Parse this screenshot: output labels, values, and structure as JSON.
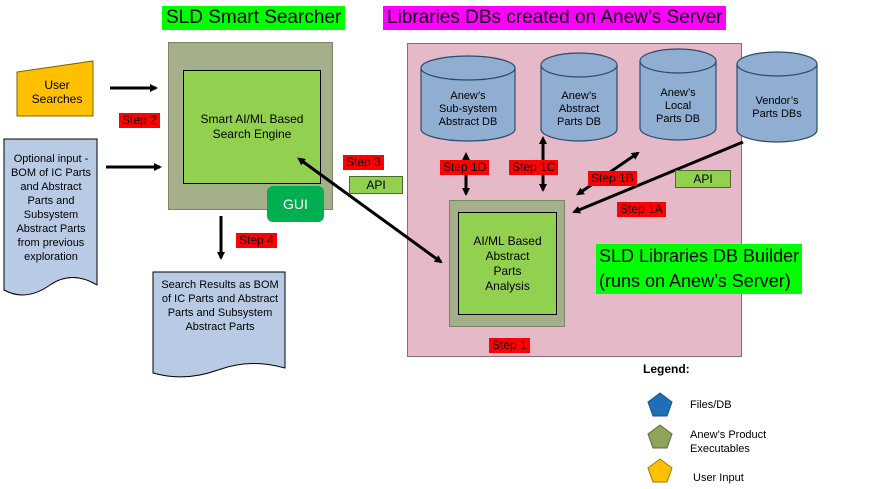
{
  "titles": {
    "searcher": "SLD Smart Searcher",
    "libraries": "Libraries DBs created on Anew’s Server"
  },
  "user_searches": "User\nSearches",
  "optional_input": "Optional input - BOM of IC Parts and Abstract Parts and Subsystem Abstract Parts from previous exploration",
  "search_engine": "Smart AI/ML Based\nSearch Engine",
  "gui": "GUI",
  "search_results": "Search Results as BOM of IC Parts  and Abstract Parts and Subsystem Abstract Parts",
  "analysis": "AI/ML Based\nAbstract\nParts\nAnalysis",
  "builder": "SLD Libraries DB Builder\n(runs on Anew’s Server)",
  "databases": [
    {
      "label": "Anew’s\nSub-system\nAbstract DB"
    },
    {
      "label": "Anew’s\nAbstract\nParts DB"
    },
    {
      "label": "Anew’s\nLocal\nParts DB"
    },
    {
      "label": "Vendor’s\nParts DBs"
    }
  ],
  "steps": {
    "step1": "Step 1",
    "step1a": "Step 1A",
    "step1b": "Step 1B",
    "step1c": "Step 1C",
    "step1d": "Step 1D",
    "step2": "Step 2",
    "step3": "Step 3",
    "step4": "Step 4"
  },
  "api_labels": [
    "API",
    "API"
  ],
  "legend": {
    "title": "Legend:",
    "items": [
      {
        "label": "Files/DB",
        "icon": "pentagon-blue-icon",
        "color": "#1f6fb8"
      },
      {
        "label": "Anew’s Product\nExecutables",
        "icon": "pentagon-olive-icon",
        "color": "#8fa35a"
      },
      {
        "label": "User Input",
        "icon": "pentagon-yellow-icon",
        "color": "#ffc000"
      }
    ]
  },
  "colors": {
    "db_fill": "#8faed2",
    "db_stroke": "#2e4a6b",
    "server_bg": "#e6b9c8",
    "product_green": "#92d050",
    "user_input": "#ffc000",
    "document_fill": "#b9cbe4"
  }
}
